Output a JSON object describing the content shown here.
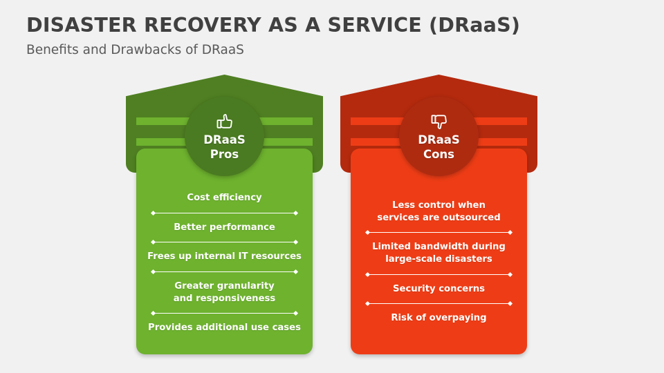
{
  "header": {
    "title": "DISASTER RECOVERY AS A SERVICE (DRaaS)",
    "subtitle": "Benefits and Drawbacks of DRaaS"
  },
  "colors": {
    "background": "#f1f1f1",
    "title_text": "#404040",
    "subtitle_text": "#595959",
    "pros_dark": "#4F7F22",
    "pros_light": "#6EB22E",
    "pros_badge": "#4A7A21",
    "cons_dark": "#B42A0E",
    "cons_light": "#EE3D16",
    "cons_badge": "#AE2B10",
    "item_text": "#ffffff"
  },
  "panels": [
    {
      "key": "pros",
      "icon": "thumbs-up-icon",
      "badge_line1": "DRaaS",
      "badge_line2": "Pros",
      "items": [
        "Cost efficiency",
        "Better performance",
        "Frees up internal IT resources",
        "Greater granularity\nand responsiveness",
        "Provides additional use cases"
      ]
    },
    {
      "key": "cons",
      "icon": "thumbs-down-icon",
      "badge_line1": "DRaaS",
      "badge_line2": "Cons",
      "items": [
        "Less control when\nservices are outsourced",
        "Limited bandwidth during\nlarge-scale disasters",
        "Security concerns",
        "Risk of overpaying"
      ]
    }
  ]
}
